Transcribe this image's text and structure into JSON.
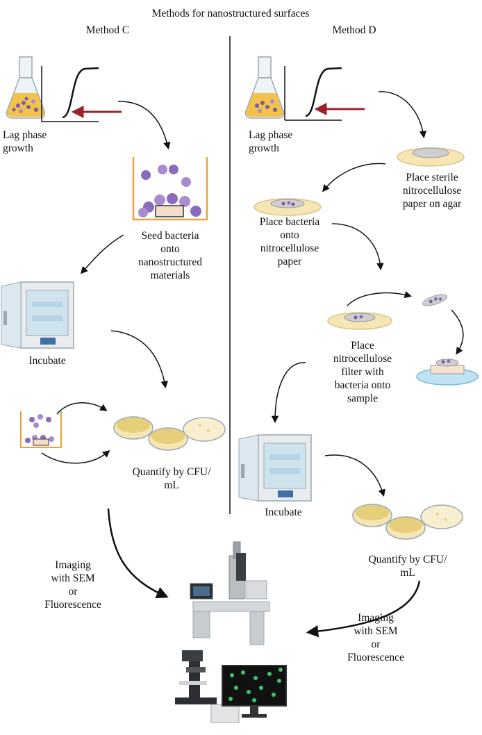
{
  "title": "Methods for nanostructured surfaces",
  "colors": {
    "broth": "#f2c24a",
    "bacteria": "#7a5aa6",
    "bacteria_light": "#a98bd0",
    "agar": "#f5e6b3",
    "colony": "#e6cf7a",
    "well_border": "#e8a33d",
    "red_arrow": "#9b2226",
    "water": "#bfe3f5",
    "divider": "#111111"
  },
  "method_c": {
    "heading": "Method C",
    "steps": {
      "lag": [
        "Lag phase",
        "growth"
      ],
      "seed": [
        "Seed bacteria",
        "onto",
        "nanostructured",
        "materials"
      ],
      "incubate": "Incubate",
      "quantify": [
        "Quantify by CFU/",
        "mL"
      ],
      "imaging": [
        "Imaging",
        "with SEM",
        "or",
        "Fluorescence"
      ]
    }
  },
  "method_d": {
    "heading": "Method D",
    "steps": {
      "lag": [
        "Lag phase",
        "growth"
      ],
      "place_sterile": [
        "Place sterile",
        "nitrocellulose",
        "paper on agar"
      ],
      "place_bacteria": [
        "Place bacteria",
        "onto",
        "nitrocellulose",
        "paper"
      ],
      "place_filter": [
        "Place",
        "nitrocellulose",
        "filter with",
        "bacteria onto",
        "sample"
      ],
      "incubate": "Incubate",
      "quantify": [
        "Quantify by CFU/",
        "mL"
      ],
      "imaging": [
        "Imaging",
        "with SEM",
        "or",
        "Fluorescence"
      ]
    }
  },
  "icons": [
    "flask-icon",
    "growth-curve-icon",
    "well-icon",
    "incubator-icon",
    "petri-dish-icon",
    "sem-microscope-icon",
    "fluorescence-microscope-icon"
  ]
}
